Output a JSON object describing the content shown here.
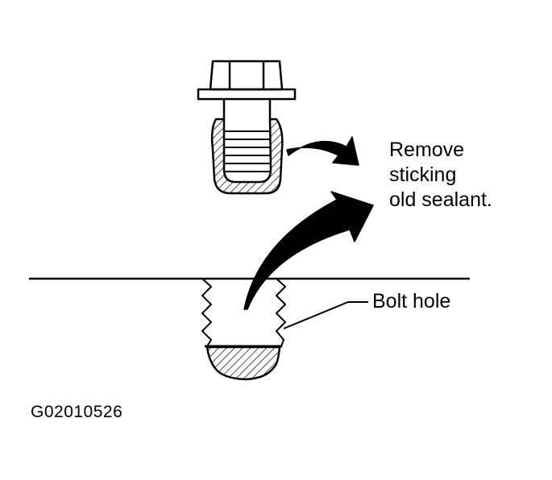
{
  "callouts": {
    "remove_line1": "Remove",
    "remove_line2": "sticking",
    "remove_line3": "old sealant.",
    "bolt_hole": "Bolt hole"
  },
  "figure_id": "G02010526",
  "colors": {
    "ink": "#000000",
    "background": "#ffffff"
  }
}
